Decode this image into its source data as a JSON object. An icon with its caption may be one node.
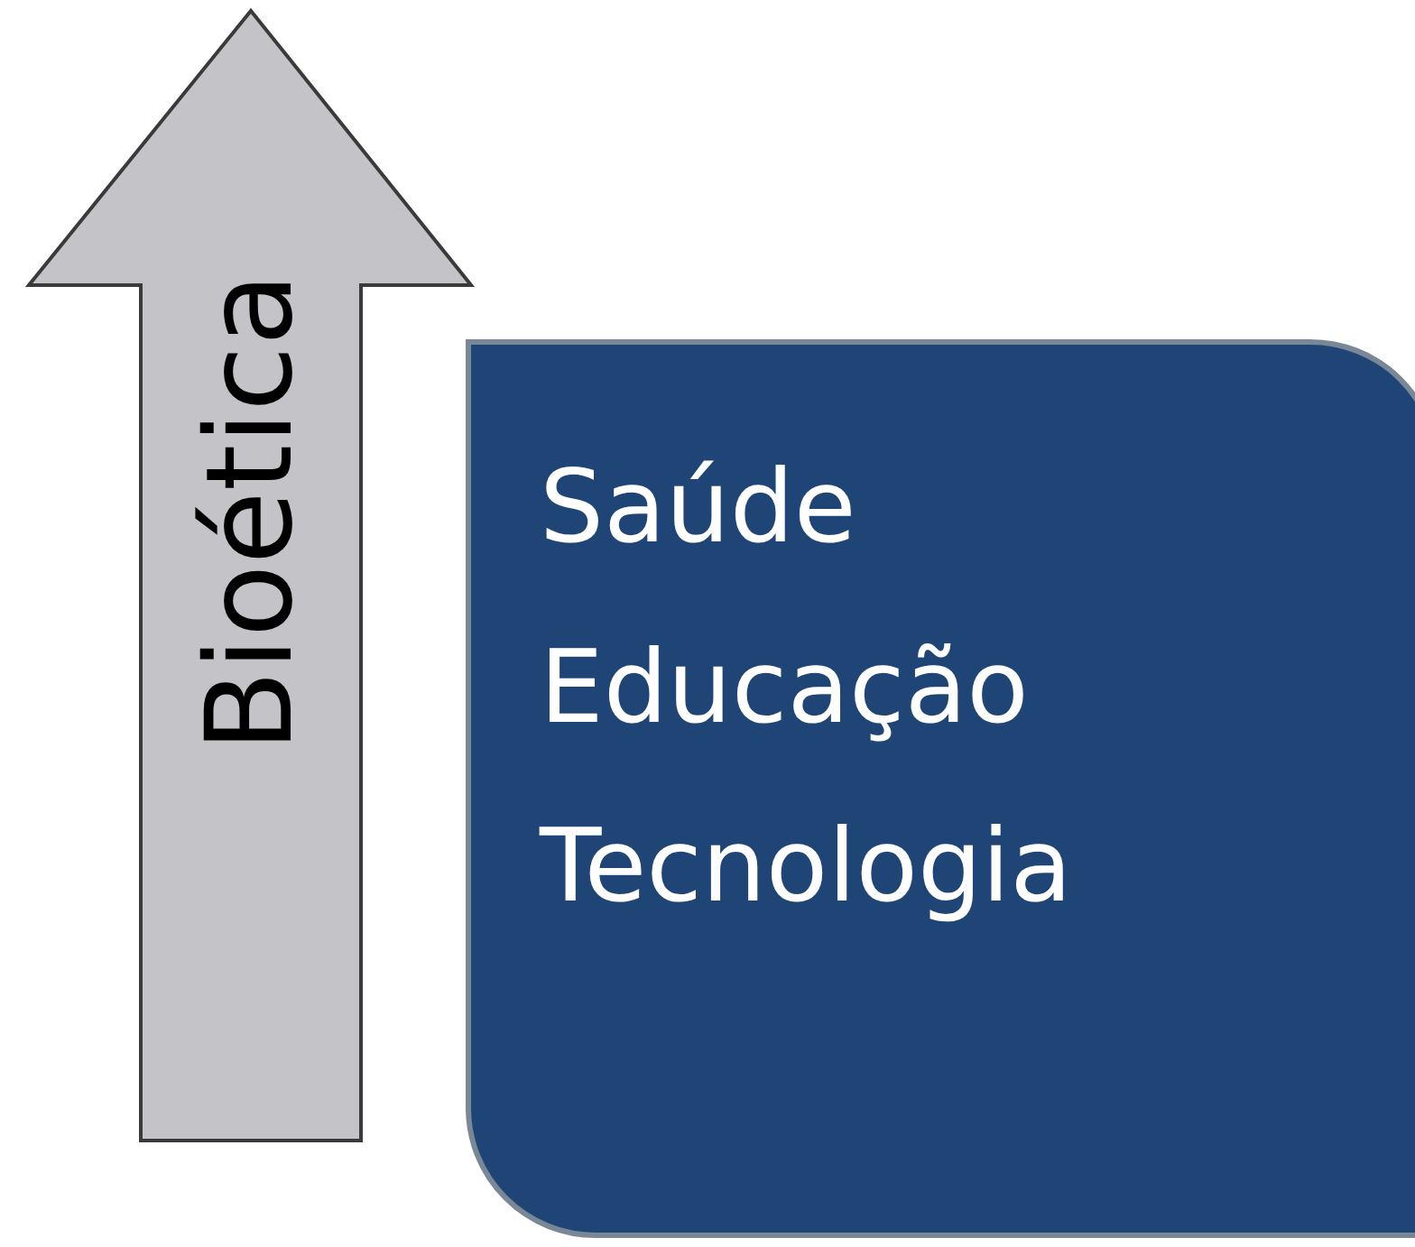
{
  "diagram": {
    "nodes": [
      {
        "text": [
          "Bioética"
        ]
      },
      {
        "text": [
          "Saúde",
          "Educação",
          "Tecnologia"
        ]
      }
    ]
  }
}
